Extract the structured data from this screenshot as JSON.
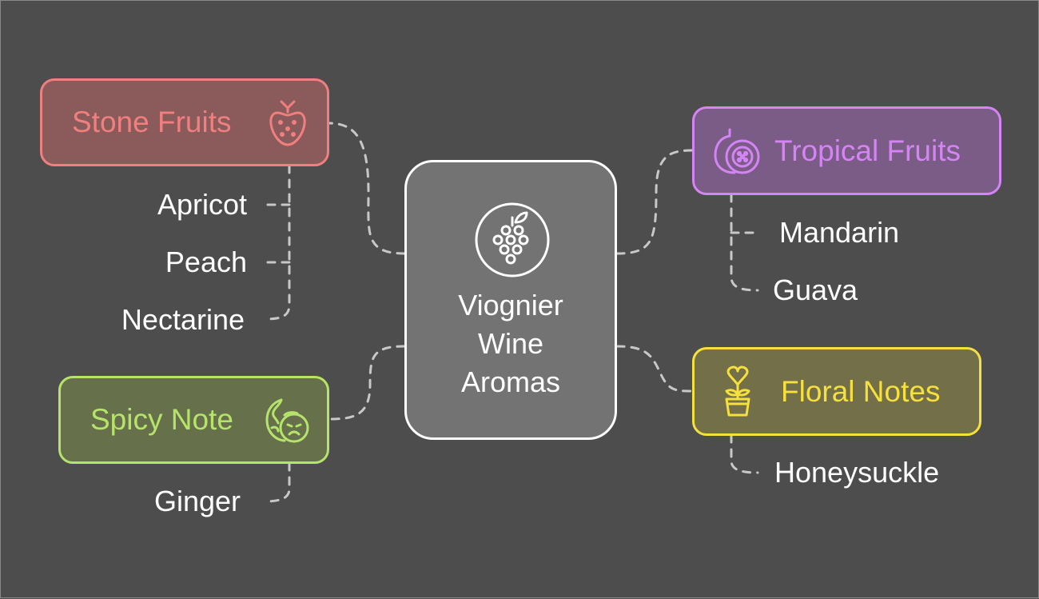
{
  "center": {
    "title_lines": [
      "Viognier",
      "Wine",
      "Aromas"
    ],
    "icon": "grape-icon",
    "border_color": "#ffffff",
    "fill_color": "#737373"
  },
  "categories": [
    {
      "id": "stone",
      "label": "Stone Fruits",
      "icon": "strawberry-icon",
      "color": "#f07f7f",
      "fill": "#8b5a5a",
      "items": [
        "Apricot",
        "Peach",
        "Nectarine"
      ]
    },
    {
      "id": "spicy",
      "label": "Spicy Note",
      "icon": "ginger-icon",
      "color": "#b6e36a",
      "fill": "#66714b",
      "items": [
        "Ginger"
      ]
    },
    {
      "id": "tropical",
      "label": "Tropical Fruits",
      "icon": "passion-fruit-icon",
      "color": "#d584f5",
      "fill": "#7b5c86",
      "items": [
        "Mandarin",
        "Guava"
      ]
    },
    {
      "id": "floral",
      "label": "Floral Notes",
      "icon": "potted-flower-icon",
      "color": "#f5e03e",
      "fill": "#737049",
      "items": [
        "Honeysuckle"
      ]
    }
  ],
  "connector_color": "#c8c8c8"
}
